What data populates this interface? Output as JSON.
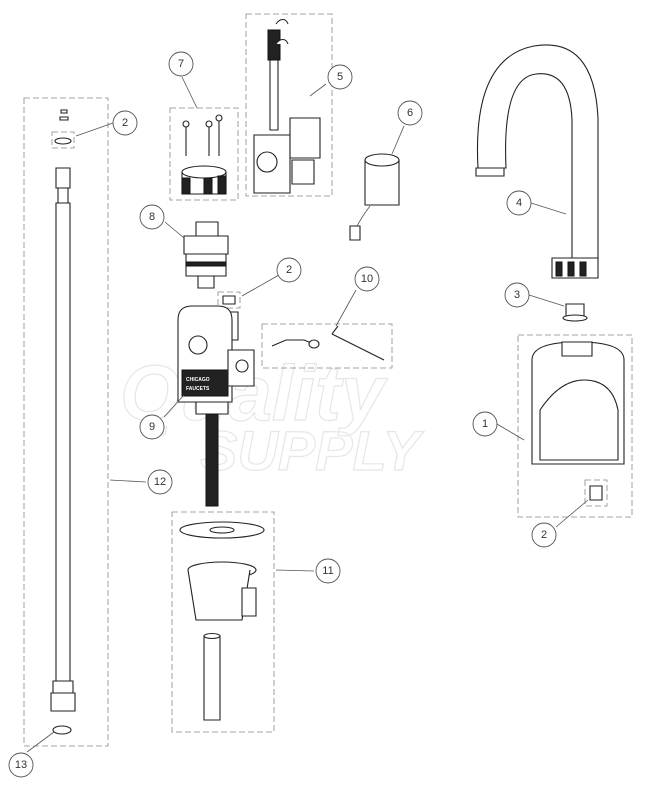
{
  "watermark": {
    "line1": "Quality",
    "line2": "SUPPLY"
  },
  "body_label": {
    "line1": "CHICAGO",
    "line2": "FAUCETS"
  },
  "callouts": [
    {
      "id": "c1",
      "label": "1"
    },
    {
      "id": "c2a",
      "label": "2"
    },
    {
      "id": "c2b",
      "label": "2"
    },
    {
      "id": "c2c",
      "label": "2"
    },
    {
      "id": "c3",
      "label": "3"
    },
    {
      "id": "c4",
      "label": "4"
    },
    {
      "id": "c5",
      "label": "5"
    },
    {
      "id": "c6",
      "label": "6"
    },
    {
      "id": "c7",
      "label": "7"
    },
    {
      "id": "c8",
      "label": "8"
    },
    {
      "id": "c9",
      "label": "9"
    },
    {
      "id": "c10",
      "label": "10"
    },
    {
      "id": "c11",
      "label": "11"
    },
    {
      "id": "c12",
      "label": "12"
    },
    {
      "id": "c13",
      "label": "13"
    }
  ]
}
